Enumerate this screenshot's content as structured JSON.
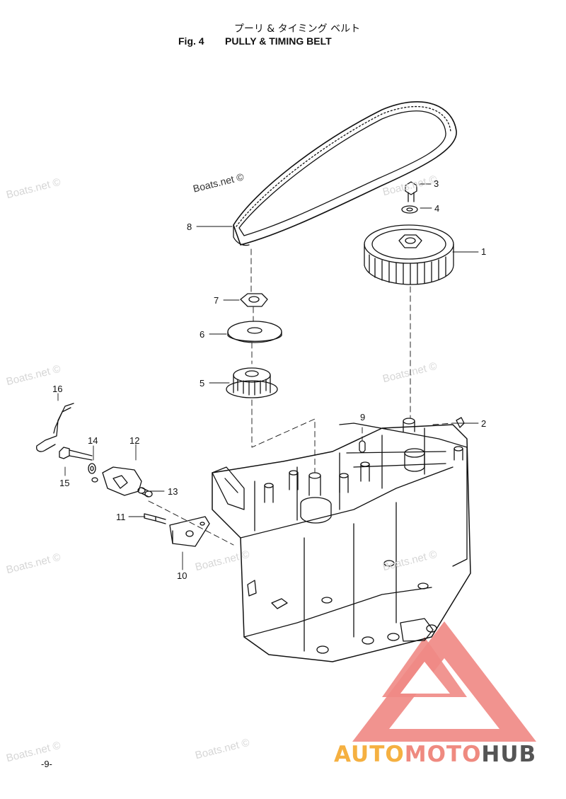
{
  "header": {
    "title_jp": "プーリ & タイミング ベルト",
    "fig_label": "Fig. 4",
    "title_en": "PULLY & TIMING BELT"
  },
  "watermark": {
    "text": "Boats.net ©"
  },
  "parts": {
    "p1": "1",
    "p2": "2",
    "p3": "3",
    "p4": "4",
    "p5": "5",
    "p6": "6",
    "p7": "7",
    "p8": "8",
    "p9": "9",
    "p10": "10",
    "p11": "11",
    "p12": "12",
    "p13": "13",
    "p14": "14",
    "p15": "15",
    "p16": "16"
  },
  "page_number": "-9-",
  "brand": {
    "part_a": "AUTO",
    "part_b": "MOTO",
    "part_c": "HUB",
    "color_a": "#f5b041",
    "color_b": "#ef8a80",
    "color_c": "#555555",
    "triangle_color": "#f08a85"
  }
}
